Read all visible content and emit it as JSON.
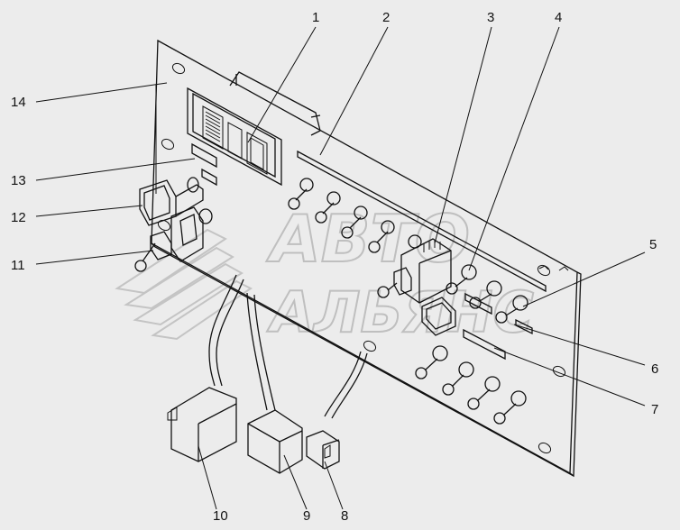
{
  "watermark": {
    "line1": "АВТО",
    "line2": "АЛЬЯНС"
  },
  "callouts": [
    {
      "id": "1",
      "label": "1"
    },
    {
      "id": "2",
      "label": "2"
    },
    {
      "id": "3",
      "label": "3"
    },
    {
      "id": "4",
      "label": "4"
    },
    {
      "id": "5",
      "label": "5"
    },
    {
      "id": "6",
      "label": "6"
    },
    {
      "id": "7",
      "label": "7"
    },
    {
      "id": "8",
      "label": "8"
    },
    {
      "id": "9",
      "label": "9"
    },
    {
      "id": "10",
      "label": "10"
    },
    {
      "id": "11",
      "label": "11"
    },
    {
      "id": "12",
      "label": "12"
    },
    {
      "id": "13",
      "label": "13"
    },
    {
      "id": "14",
      "label": "14"
    }
  ]
}
